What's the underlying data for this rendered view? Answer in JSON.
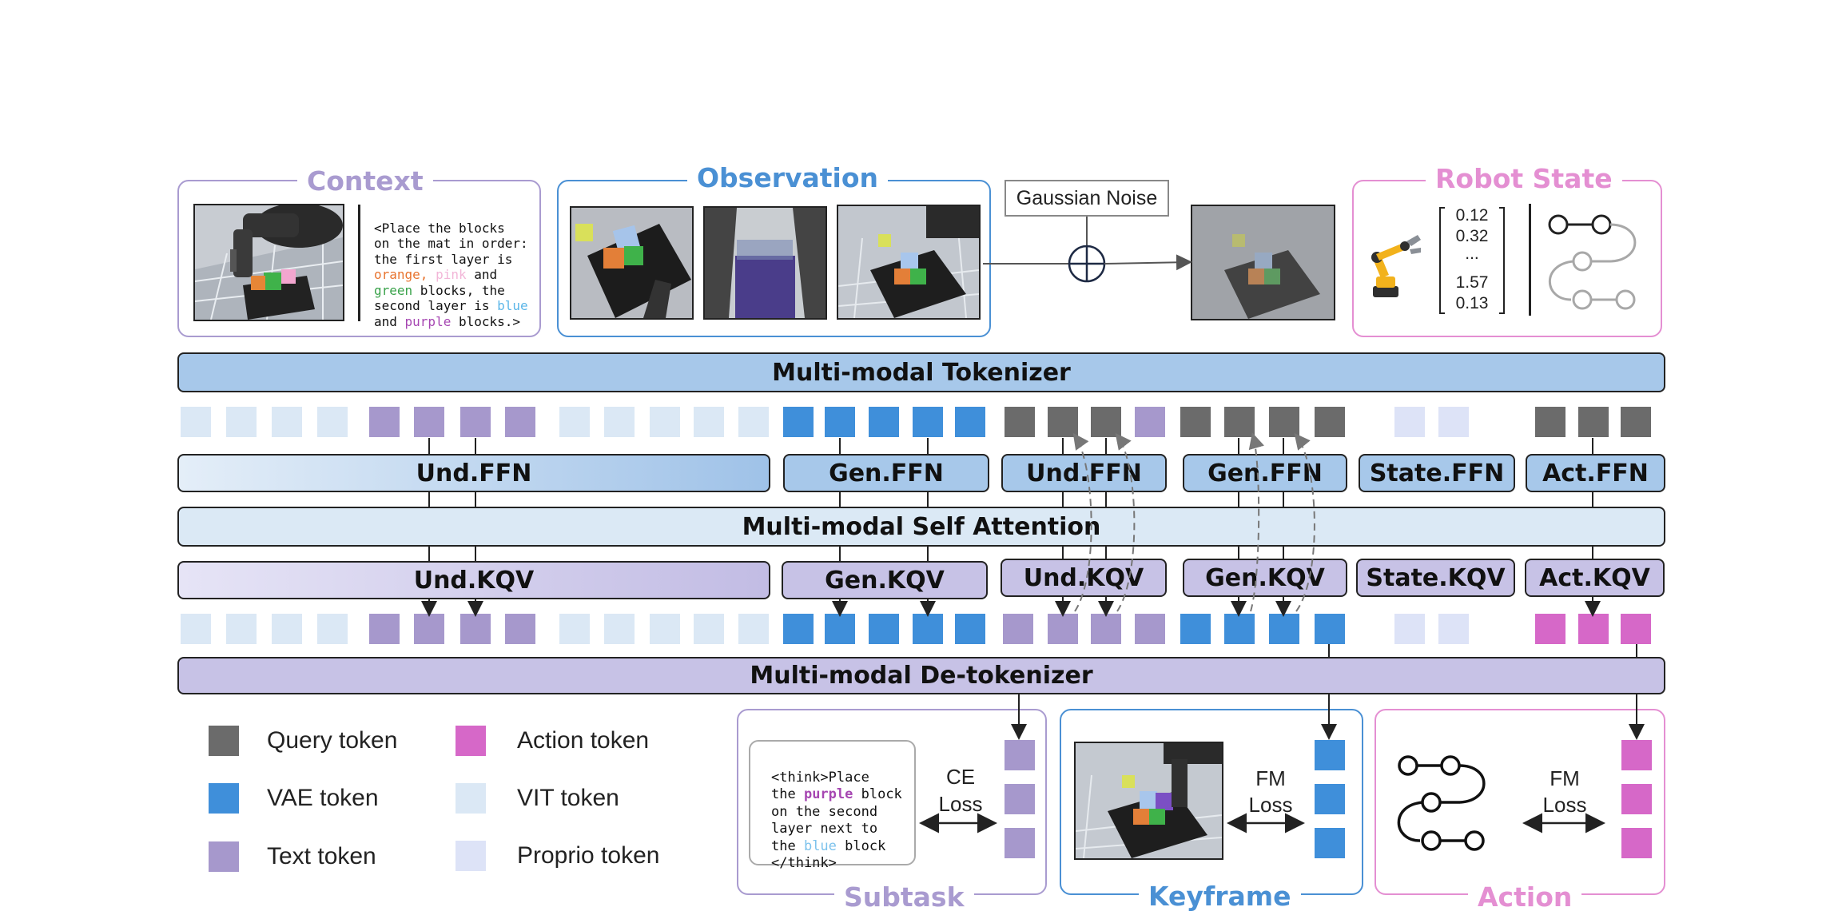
{
  "panels": {
    "context": "Context",
    "observation": "Observation",
    "robot_state": "Robot State",
    "subtask": "Subtask",
    "keyframe": "Keyframe",
    "action": "Action"
  },
  "context_text": {
    "l1": "<Place the blocks",
    "l2": "on the mat in order:",
    "l3": "the first layer is",
    "l4_orange": "orange,",
    "l4_pink": "pink",
    "l4_rest": " and",
    "l5_green": "green",
    "l5_rest": " blocks, the",
    "l6_pre": "second layer is ",
    "l6_blue": "blue",
    "l7_pre": "and ",
    "l7_purple": "purple",
    "l7_rest": " blocks.>"
  },
  "gaussian_noise": "Gaussian Noise",
  "robot_state_values": [
    "0.12",
    "0.32",
    "...",
    "1.57",
    "0.13"
  ],
  "layers": {
    "tokenizer": "Multi-modal Tokenizer",
    "und_ffn_1": "Und.FFN",
    "gen_ffn_1": "Gen.FFN",
    "und_ffn_2": "Und.FFN",
    "gen_ffn_2": "Gen.FFN",
    "state_ffn": "State.FFN",
    "act_ffn": "Act.FFN",
    "self_attention": "Multi-modal Self Attention",
    "und_kqv_1": "Und.KQV",
    "gen_kqv_1": "Gen.KQV",
    "und_kqv_2": "Und.KQV",
    "gen_kqv_2": "Gen.KQV",
    "state_kqv": "State.KQV",
    "act_kqv": "Act.KQV",
    "detokenizer": "Multi-modal De-tokenizer"
  },
  "legend": {
    "query": "Query token",
    "vae": "VAE token",
    "text": "Text token",
    "action": "Action token",
    "vit": "VIT token",
    "proprio": "Proprio token"
  },
  "subtask_text": {
    "l1": "<think>Place",
    "l2_pre": "the ",
    "l2_purple": "purple",
    "l2_rest": " block",
    "l3": "on the second",
    "l4": "layer next to",
    "l5_pre": "the ",
    "l5_blue": "blue",
    "l5_rest": " block",
    "l6": "</think>"
  },
  "loss": {
    "ce_1": "CE",
    "ce_2": "Loss",
    "fm1_1": "FM",
    "fm1_2": "Loss",
    "fm2_1": "FM",
    "fm2_2": "Loss"
  },
  "colors": {
    "context": "#a99bd0",
    "observation": "#4a90d4",
    "robot_state": "#e48fd2",
    "query_token": "#6b6b6b",
    "vae_token": "#3f8fda",
    "text_token": "#a698cc",
    "action_token": "#d668c8",
    "vit_token": "#dbe8f5",
    "proprio_token": "#dde3f7",
    "bar_blue": "#a7c8ea",
    "bar_light": "#dbe9f5",
    "bar_purple": "#c7c2e6"
  }
}
